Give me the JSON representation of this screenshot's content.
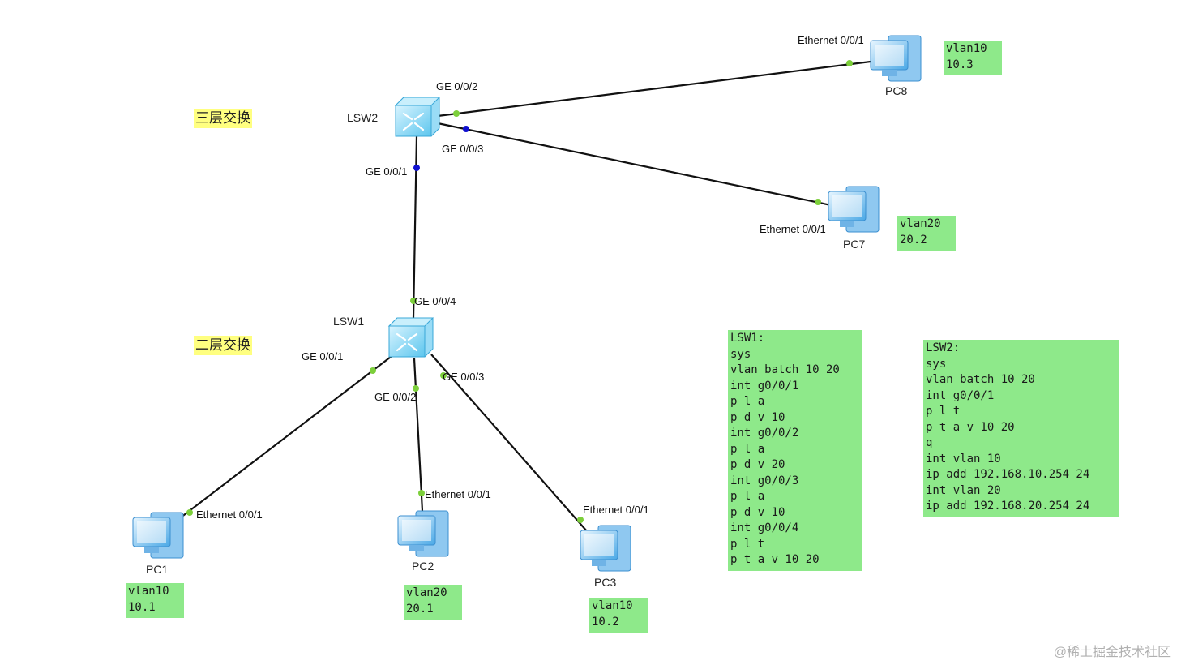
{
  "devices": {
    "lsw1": "LSW1",
    "lsw2": "LSW2",
    "pc1": "PC1",
    "pc2": "PC2",
    "pc3": "PC3",
    "pc7": "PC7",
    "pc8": "PC8"
  },
  "ports": {
    "lsw2_ge002": "GE 0/0/2",
    "lsw2_ge003": "GE 0/0/3",
    "lsw2_ge001": "GE 0/0/1",
    "lsw1_ge004": "GE 0/0/4",
    "lsw1_ge001": "GE 0/0/1",
    "lsw1_ge002": "GE 0/0/2",
    "lsw1_ge003": "GE 0/0/3",
    "pc8_eth": "Ethernet 0/0/1",
    "pc7_eth": "Ethernet 0/0/1",
    "pc1_eth": "Ethernet 0/0/1",
    "pc2_eth": "Ethernet 0/0/1",
    "pc3_eth": "Ethernet 0/0/1"
  },
  "tags": {
    "layer3": "三层交换",
    "layer2": "二层交换"
  },
  "pc_notes": {
    "pc8": "vlan10\n10.3",
    "pc7": "vlan20\n20.2",
    "pc1": "vlan10\n10.1",
    "pc2": "vlan20\n20.1",
    "pc3": "vlan10\n10.2"
  },
  "config_notes": {
    "lsw1": "LSW1:\nsys\nvlan batch 10 20\nint g0/0/1\np l a\np d v 10\nint g0/0/2\np l a\np d v 20\nint g0/0/3\np l a\np d v 10\nint g0/0/4\np l t\np t a v 10 20",
    "lsw2": "LSW2:\nsys\nvlan batch 10 20\nint g0/0/1\np l t\np t a v 10 20\nq\nint vlan 10\nip add 192.168.10.254 24\nint vlan 20\nip add 192.168.20.254 24"
  },
  "watermark": "@稀土掘金技术社区",
  "colors": {
    "link": "#111111",
    "port_up": "#7ccf3a",
    "port_blue": "#1010d0",
    "note_bg": "#8ee98a",
    "tag_bg": "#ffff80"
  }
}
